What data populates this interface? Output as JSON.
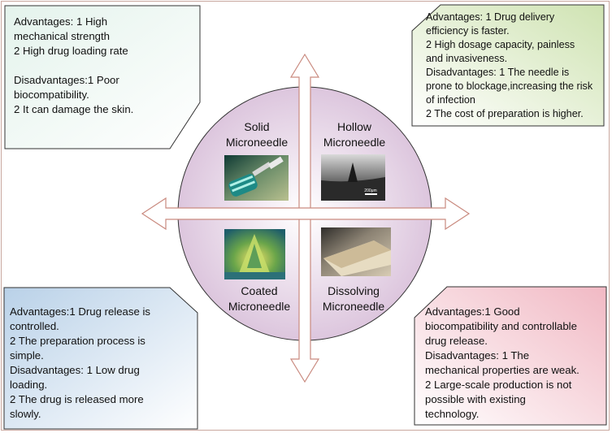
{
  "colors": {
    "solid_box": "#dcefe8",
    "hollow_box": "#dbe9c6",
    "coated_box": "#c5d9ea",
    "dissolving_box": "#f3cdd4",
    "circle": "#e6d3e6",
    "arrow_fill": "#ffffff",
    "arrow_stroke": "#c98a7f"
  },
  "quadrants": {
    "solid": {
      "title": "Solid\nMicroneedle",
      "text": "Advantages: 1 High\nmechanical strength\n2 High drug loading rate\n\nDisadvantages:1 Poor\nbiocompatibility.\n2 It can damage the skin.",
      "image": "microneedle-roller-photo"
    },
    "hollow": {
      "title": "Hollow\nMicroneedle",
      "text": "Advantages: 1 Drug delivery\nefficiency is faster.\n2 High dosage capacity, painless\nand invasiveness.\nDisadvantages: 1 The needle is\nprone to blockage,increasing the risk\nof infection\n2 The cost of preparation is higher.",
      "image": "hollow-needle-micrograph",
      "scale_label": "200μm"
    },
    "coated": {
      "title": "Coated\nMicroneedle",
      "text": "Advantages:1 Drug release is\ncontrolled.\n2 The preparation process is\nsimple.\nDisadvantages: 1 Low drug\nloading.\n2 The drug is released more\nslowly.",
      "image": "coated-needle-photo"
    },
    "dissolving": {
      "title": "Dissolving\nMicroneedle",
      "text": "Advantages:1 Good\nbiocompatibility and controllable\ndrug release.\nDisadvantages: 1 The\nmechanical properties are weak.\n2 Large-scale production is not\npossible with existing\ntechnology.",
      "image": "dissolving-patch-photo"
    }
  }
}
